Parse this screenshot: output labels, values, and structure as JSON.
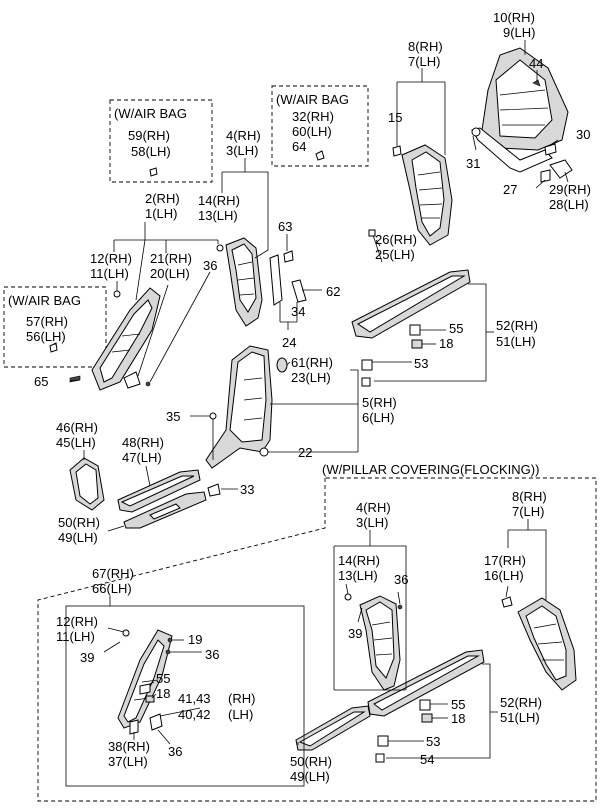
{
  "groups": {
    "airbag_label": "(W/AIR BAG",
    "pillar_covering_label": "(W/PILLAR COVERING(FLOCKING))"
  },
  "callouts": [
    {
      "id": "c10",
      "text": "10(RH)"
    },
    {
      "id": "c9",
      "text": "9(LH)"
    },
    {
      "id": "c44",
      "text": "44"
    },
    {
      "id": "c8",
      "text": "8(RH)"
    },
    {
      "id": "c7",
      "text": "7(LH)"
    },
    {
      "id": "c15",
      "text": "15"
    },
    {
      "id": "c32",
      "text": "32(RH)"
    },
    {
      "id": "c60",
      "text": "60(LH)"
    },
    {
      "id": "c64",
      "text": "64"
    },
    {
      "id": "c59",
      "text": "59(RH)"
    },
    {
      "id": "c58",
      "text": "58(LH)"
    },
    {
      "id": "c4",
      "text": "4(RH)"
    },
    {
      "id": "c3",
      "text": "3(LH)"
    },
    {
      "id": "c30",
      "text": "30"
    },
    {
      "id": "c31",
      "text": "31"
    },
    {
      "id": "c27",
      "text": "27"
    },
    {
      "id": "c29",
      "text": "29(RH)"
    },
    {
      "id": "c28",
      "text": "28(LH)"
    },
    {
      "id": "c14",
      "text": "14(RH)"
    },
    {
      "id": "c13",
      "text": "13(LH)"
    },
    {
      "id": "c2",
      "text": "2(RH)"
    },
    {
      "id": "c1",
      "text": "1(LH)"
    },
    {
      "id": "c63",
      "text": "63"
    },
    {
      "id": "c26",
      "text": "26(RH)"
    },
    {
      "id": "c25",
      "text": "25(LH)"
    },
    {
      "id": "c12",
      "text": "12(RH)"
    },
    {
      "id": "c11",
      "text": "11(LH)"
    },
    {
      "id": "c21",
      "text": "21(RH)"
    },
    {
      "id": "c20",
      "text": "20(LH)"
    },
    {
      "id": "c36",
      "text": "36"
    },
    {
      "id": "c62",
      "text": "62"
    },
    {
      "id": "c57",
      "text": "57(RH)"
    },
    {
      "id": "c56",
      "text": "56(LH)"
    },
    {
      "id": "c34",
      "text": "34"
    },
    {
      "id": "c55",
      "text": "55"
    },
    {
      "id": "c52",
      "text": "52(RH)"
    },
    {
      "id": "c18",
      "text": "18"
    },
    {
      "id": "c51",
      "text": "51(LH)"
    },
    {
      "id": "c24",
      "text": "24"
    },
    {
      "id": "c61",
      "text": "61(RH)"
    },
    {
      "id": "c23",
      "text": "23(LH)"
    },
    {
      "id": "c53",
      "text": "53"
    },
    {
      "id": "c65",
      "text": "65"
    },
    {
      "id": "c5",
      "text": "5(RH)"
    },
    {
      "id": "c6",
      "text": "6(LH)"
    },
    {
      "id": "c35",
      "text": "35"
    },
    {
      "id": "c46",
      "text": "46(RH)"
    },
    {
      "id": "c45",
      "text": "45(LH)"
    },
    {
      "id": "c48",
      "text": "48(RH)"
    },
    {
      "id": "c47",
      "text": "47(LH)"
    },
    {
      "id": "c22",
      "text": "22"
    },
    {
      "id": "c33",
      "text": "33"
    },
    {
      "id": "c50",
      "text": "50(RH)"
    },
    {
      "id": "c49",
      "text": "49(LH)"
    },
    {
      "id": "c4b",
      "text": "4(RH)"
    },
    {
      "id": "c3b",
      "text": "3(LH)"
    },
    {
      "id": "c8b",
      "text": "8(RH)"
    },
    {
      "id": "c7b",
      "text": "7(LH)"
    },
    {
      "id": "c14b",
      "text": "14(RH)"
    },
    {
      "id": "c13b",
      "text": "13(LH)"
    },
    {
      "id": "c36b",
      "text": "36"
    },
    {
      "id": "c17",
      "text": "17(RH)"
    },
    {
      "id": "c16",
      "text": "16(LH)"
    },
    {
      "id": "c67",
      "text": "67(RH)"
    },
    {
      "id": "c66",
      "text": "66(LH)"
    },
    {
      "id": "c12b",
      "text": "12(RH)"
    },
    {
      "id": "c11b",
      "text": "11(LH)"
    },
    {
      "id": "c19",
      "text": "19"
    },
    {
      "id": "c39",
      "text": "39"
    },
    {
      "id": "c36c",
      "text": "36"
    },
    {
      "id": "c39b",
      "text": "39"
    },
    {
      "id": "c55b",
      "text": "55"
    },
    {
      "id": "c18b",
      "text": "18"
    },
    {
      "id": "c4143",
      "text": "41,43"
    },
    {
      "id": "c4042",
      "text": "40,42"
    },
    {
      "id": "crh",
      "text": "(RH)"
    },
    {
      "id": "clh",
      "text": "(LH)"
    },
    {
      "id": "c55c",
      "text": "55"
    },
    {
      "id": "c52b",
      "text": "52(RH)"
    },
    {
      "id": "c18c",
      "text": "18"
    },
    {
      "id": "c51b",
      "text": "51(LH)"
    },
    {
      "id": "c38",
      "text": "38(RH)"
    },
    {
      "id": "c37",
      "text": "37(LH)"
    },
    {
      "id": "c36d",
      "text": "36"
    },
    {
      "id": "c53b",
      "text": "53"
    },
    {
      "id": "c50b",
      "text": "50(RH)"
    },
    {
      "id": "c49b",
      "text": "49(LH)"
    },
    {
      "id": "c54",
      "text": "54"
    }
  ]
}
